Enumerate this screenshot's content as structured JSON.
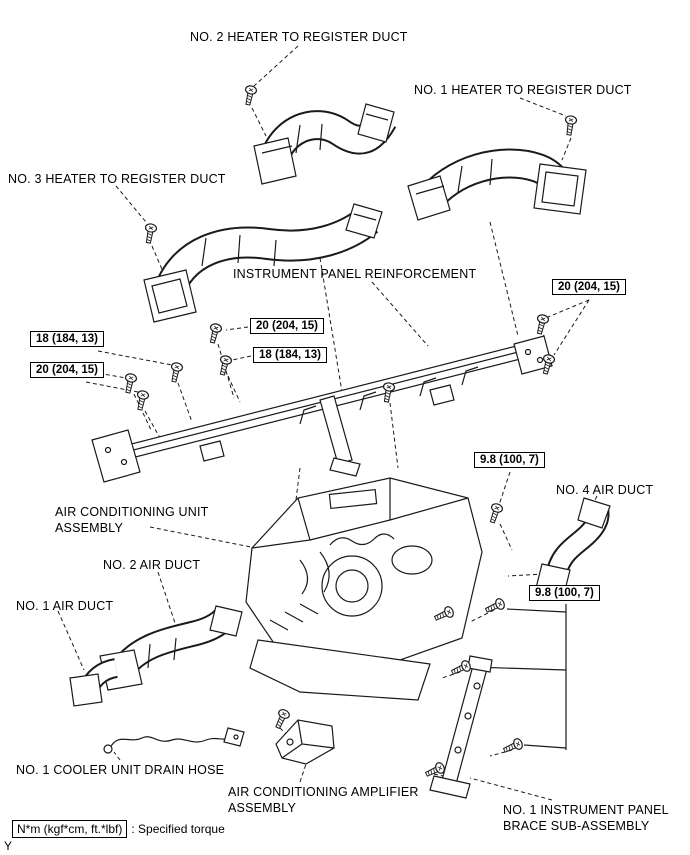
{
  "page": {
    "marker": "Y"
  },
  "labels": {
    "no2_heater_duct": "NO. 2 HEATER TO REGISTER DUCT",
    "no1_heater_duct": "NO. 1 HEATER TO REGISTER DUCT",
    "no3_heater_duct": "NO. 3 HEATER TO REGISTER DUCT",
    "instrument_panel_reinforcement": "INSTRUMENT PANEL REINFORCEMENT",
    "ac_unit_1": "AIR CONDITIONING UNIT",
    "ac_unit_2": "ASSEMBLY",
    "no4_air_duct": "NO. 4 AIR DUCT",
    "no2_air_duct": "NO. 2 AIR DUCT",
    "no1_air_duct": "NO. 1 AIR DUCT",
    "cooler_drain_hose": "NO. 1 COOLER UNIT DRAIN HOSE",
    "ac_amplifier_1": "AIR CONDITIONING AMPLIFIER",
    "ac_amplifier_2": "ASSEMBLY",
    "brace_1": "NO. 1 INSTRUMENT PANEL",
    "brace_2": "BRACE SUB-ASSEMBLY"
  },
  "torques": [
    {
      "value": "20 (204, 15)"
    },
    {
      "value": "18 (184, 13)"
    },
    {
      "value": "20 (204, 15)"
    },
    {
      "value": "18 (184, 13)"
    },
    {
      "value": "20 (204, 15)"
    },
    {
      "value": "9.8 (100, 7)"
    },
    {
      "value": "9.8 (100, 7)"
    }
  ],
  "legend": {
    "unit_box": "N*m (kgf*cm, ft.*lbf)",
    "text": ": Specified torque"
  }
}
